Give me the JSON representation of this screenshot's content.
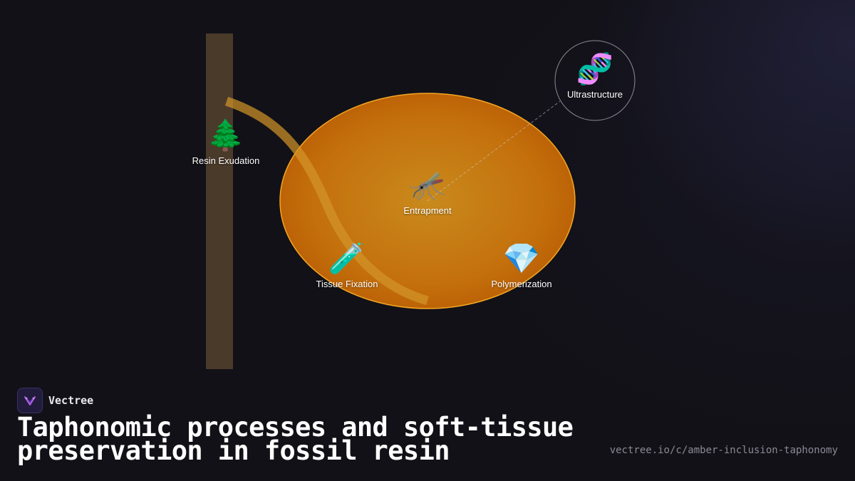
{
  "diagram": {
    "nodes": {
      "resin_exudation": {
        "icon": "evergreen-tree",
        "emoji": "🌲",
        "label": "Resin Exudation"
      },
      "entrapment": {
        "icon": "mosquito",
        "emoji": "🦟",
        "label": "Entrapment"
      },
      "tissue_fixation": {
        "icon": "test-tube",
        "emoji": "🧪",
        "label": "Tissue Fixation"
      },
      "polymerization": {
        "icon": "gem",
        "emoji": "💎",
        "label": "Polymerization"
      },
      "ultrastructure": {
        "icon": "dna",
        "emoji": "🧬",
        "label": "Ultrastructure"
      }
    },
    "colors": {
      "amber": "#c8690a",
      "amber_edge": "#f5a623",
      "trunk": "#4a3a2a",
      "flow": "#c9902a"
    }
  },
  "footer": {
    "brand": "Vectree",
    "title": "Taphonomic processes and soft-tissue preservation in fossil resin",
    "url": "vectree.io/c/amber-inclusion-taphonomy"
  }
}
